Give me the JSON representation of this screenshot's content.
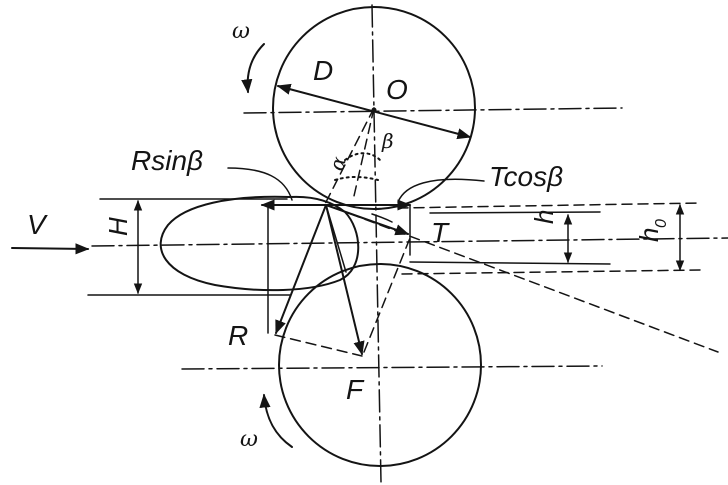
{
  "labels": {
    "omega_top": "ω",
    "omega_bottom": "ω",
    "D": "D",
    "O": "O",
    "beta": "β",
    "alpha": "α",
    "R_sin_beta": "Rsinβ",
    "T_cos_beta": "Tcosβ",
    "V": "V",
    "H": "H",
    "h": "h",
    "h0": "h",
    "h0_sub": "0",
    "T": "T",
    "R": "R",
    "F": "F"
  },
  "colors": {
    "ink": "#141414",
    "background": "#ffffff"
  }
}
